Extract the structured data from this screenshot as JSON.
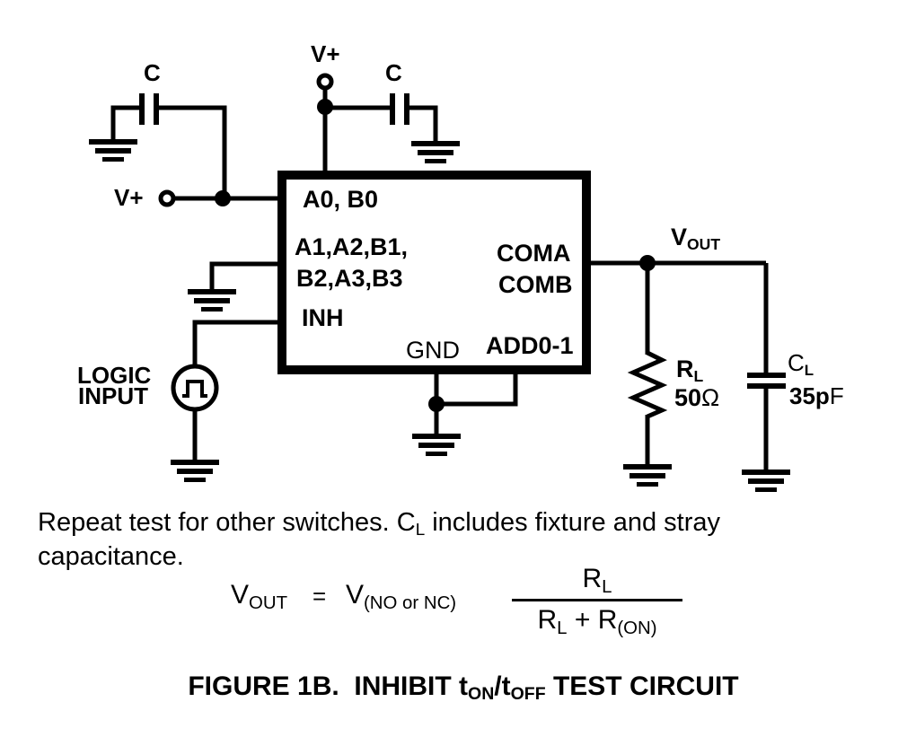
{
  "colors": {
    "ink": "#000000",
    "background": "#ffffff"
  },
  "supply": {
    "vplus_top": "V+",
    "vplus_left": "V+",
    "cap1_label": "C",
    "cap2_label": "C"
  },
  "ic": {
    "pin_a0b0": "A0, B0",
    "pin_row_a1": "A1,A2,B1,",
    "pin_row_b2": "B2,A3,B3",
    "pin_inh": "INH",
    "pin_gnd": "GND",
    "pin_coma": "COMA",
    "pin_comb": "COMB",
    "pin_add01": "ADD0-1"
  },
  "logic_source": {
    "line1": "LOGIC",
    "line2": "INPUT"
  },
  "output_network": {
    "vout_main": "V",
    "vout_sub": "OUT",
    "rl_main": "R",
    "rl_sub": "L",
    "rl_value": "50",
    "rl_unit": "Ω",
    "cl_main": "C",
    "cl_sub": "L",
    "cl_value": "35p",
    "cl_unit": "F"
  },
  "notes": {
    "line1_pre": "Repeat test for other switches. C",
    "line1_sub": "L",
    "line1_post": " includes fixture and stray",
    "line2": "capacitance."
  },
  "formula": {
    "lhs_main": "V",
    "lhs_sub": "OUT",
    "equals": "=",
    "rhs_main": "V",
    "rhs_sub": "(NO or NC)",
    "num_main": "R",
    "num_sub": "L",
    "den_r1": "R",
    "den_r1_sub": "L",
    "den_op": " + ",
    "den_r2": "R",
    "den_r2_sub": "(ON)"
  },
  "caption": {
    "part1": "FIGURE 1B.  INHIBIT t",
    "sub1": "ON",
    "mid": "/t",
    "sub2": "OFF",
    "part2": " TEST CIRCUIT"
  }
}
